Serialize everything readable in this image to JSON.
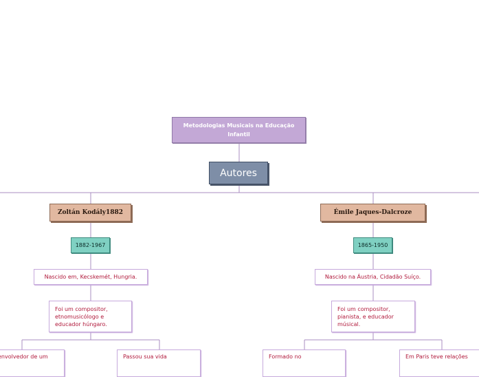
{
  "root": {
    "title": "Metodologias Musicais na Educação Infantil"
  },
  "category": {
    "label": "Autores"
  },
  "authors": [
    {
      "name": "Zoltán Kodály1882",
      "years": "1882-1967",
      "born": "Nascido em, Kecskemét, Hungria.",
      "description": "Foi um compositor, etnomusicólogo e educador húngaro.",
      "children": [
        "envolvedor de um",
        "Passou sua vida"
      ]
    },
    {
      "name": "Émile Jaques-Dalcroze",
      "years": "1865-1950",
      "born": "Nascido na Áustria, Cidadão Suíço.",
      "description": "Foi um compositor, pianista, e educador músical.",
      "children": [
        "Formado no",
        "Em Paris teve relações"
      ]
    }
  ],
  "colors": {
    "connector": "#a98cc0",
    "root_fill": "#c3a8d6",
    "category_fill": "#7e8ea7",
    "person_fill": "#e1b8a0",
    "years_fill": "#7fd0c2",
    "text_accent": "#b0183a"
  }
}
